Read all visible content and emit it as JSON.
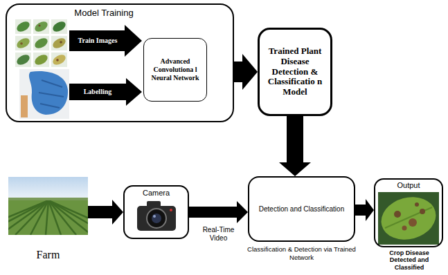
{
  "diagram": {
    "nodes": [
      {
        "text": [
          "Model Training"
        ]
      },
      {
        "text": [
          "Advanced Convolutiona l Neural Network"
        ],
        "in": 0
      },
      {
        "text": [
          "Trained Plant Disease Detection & Classificatio n Model"
        ]
      },
      {
        "text": [
          "Farm"
        ]
      },
      {
        "text": [
          "Camera"
        ]
      },
      {
        "text": [
          "Detection and Classification",
          "Classification & Detection via Trained Network"
        ]
      },
      {
        "text": [
          "Output",
          "Crop Disease Detected and Classified"
        ]
      }
    ],
    "edges": [
      {
        "from": 0,
        "to": 2,
        "arrow": "to"
      },
      {
        "from": 2,
        "to": 5,
        "arrow": "to"
      },
      {
        "from": 3,
        "to": 4,
        "arrow": "to"
      },
      {
        "from": 4,
        "to": 5,
        "label": "Real-Time Video",
        "arrow": "to"
      },
      {
        "from": 5,
        "to": 6,
        "arrow": "to"
      }
    ],
    "labels": [
      "Train Images",
      "Labelling"
    ]
  }
}
